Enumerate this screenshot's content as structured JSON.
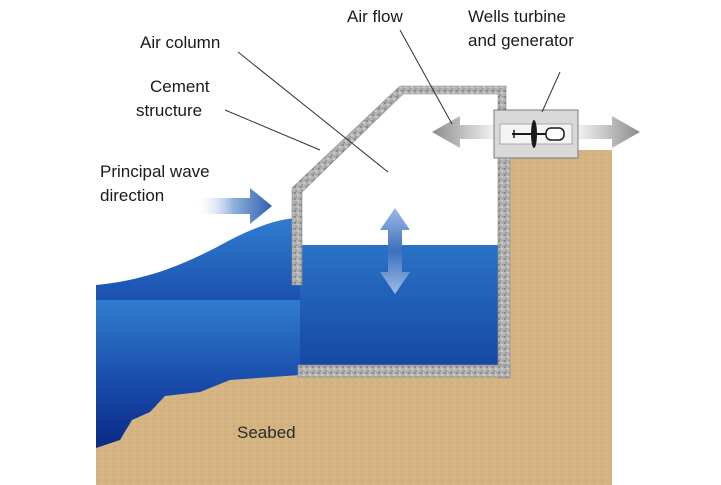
{
  "labels": {
    "air_flow": "Air flow",
    "wells_turbine_line1": "Wells turbine",
    "wells_turbine_line2": "and generator",
    "air_column": "Air column",
    "cement_line1": "Cement",
    "cement_line2": "structure",
    "wave_line1": "Principal wave",
    "wave_line2": "direction",
    "seabed": "Seabed"
  },
  "colors": {
    "water_dark": "#0d2f8c",
    "water_light": "#2f78c8",
    "seabed": "#d7b888",
    "cement": "#a9a9a9",
    "arrow_blue": "#3f6fb8",
    "arrow_gray": "#9a9a9a"
  }
}
